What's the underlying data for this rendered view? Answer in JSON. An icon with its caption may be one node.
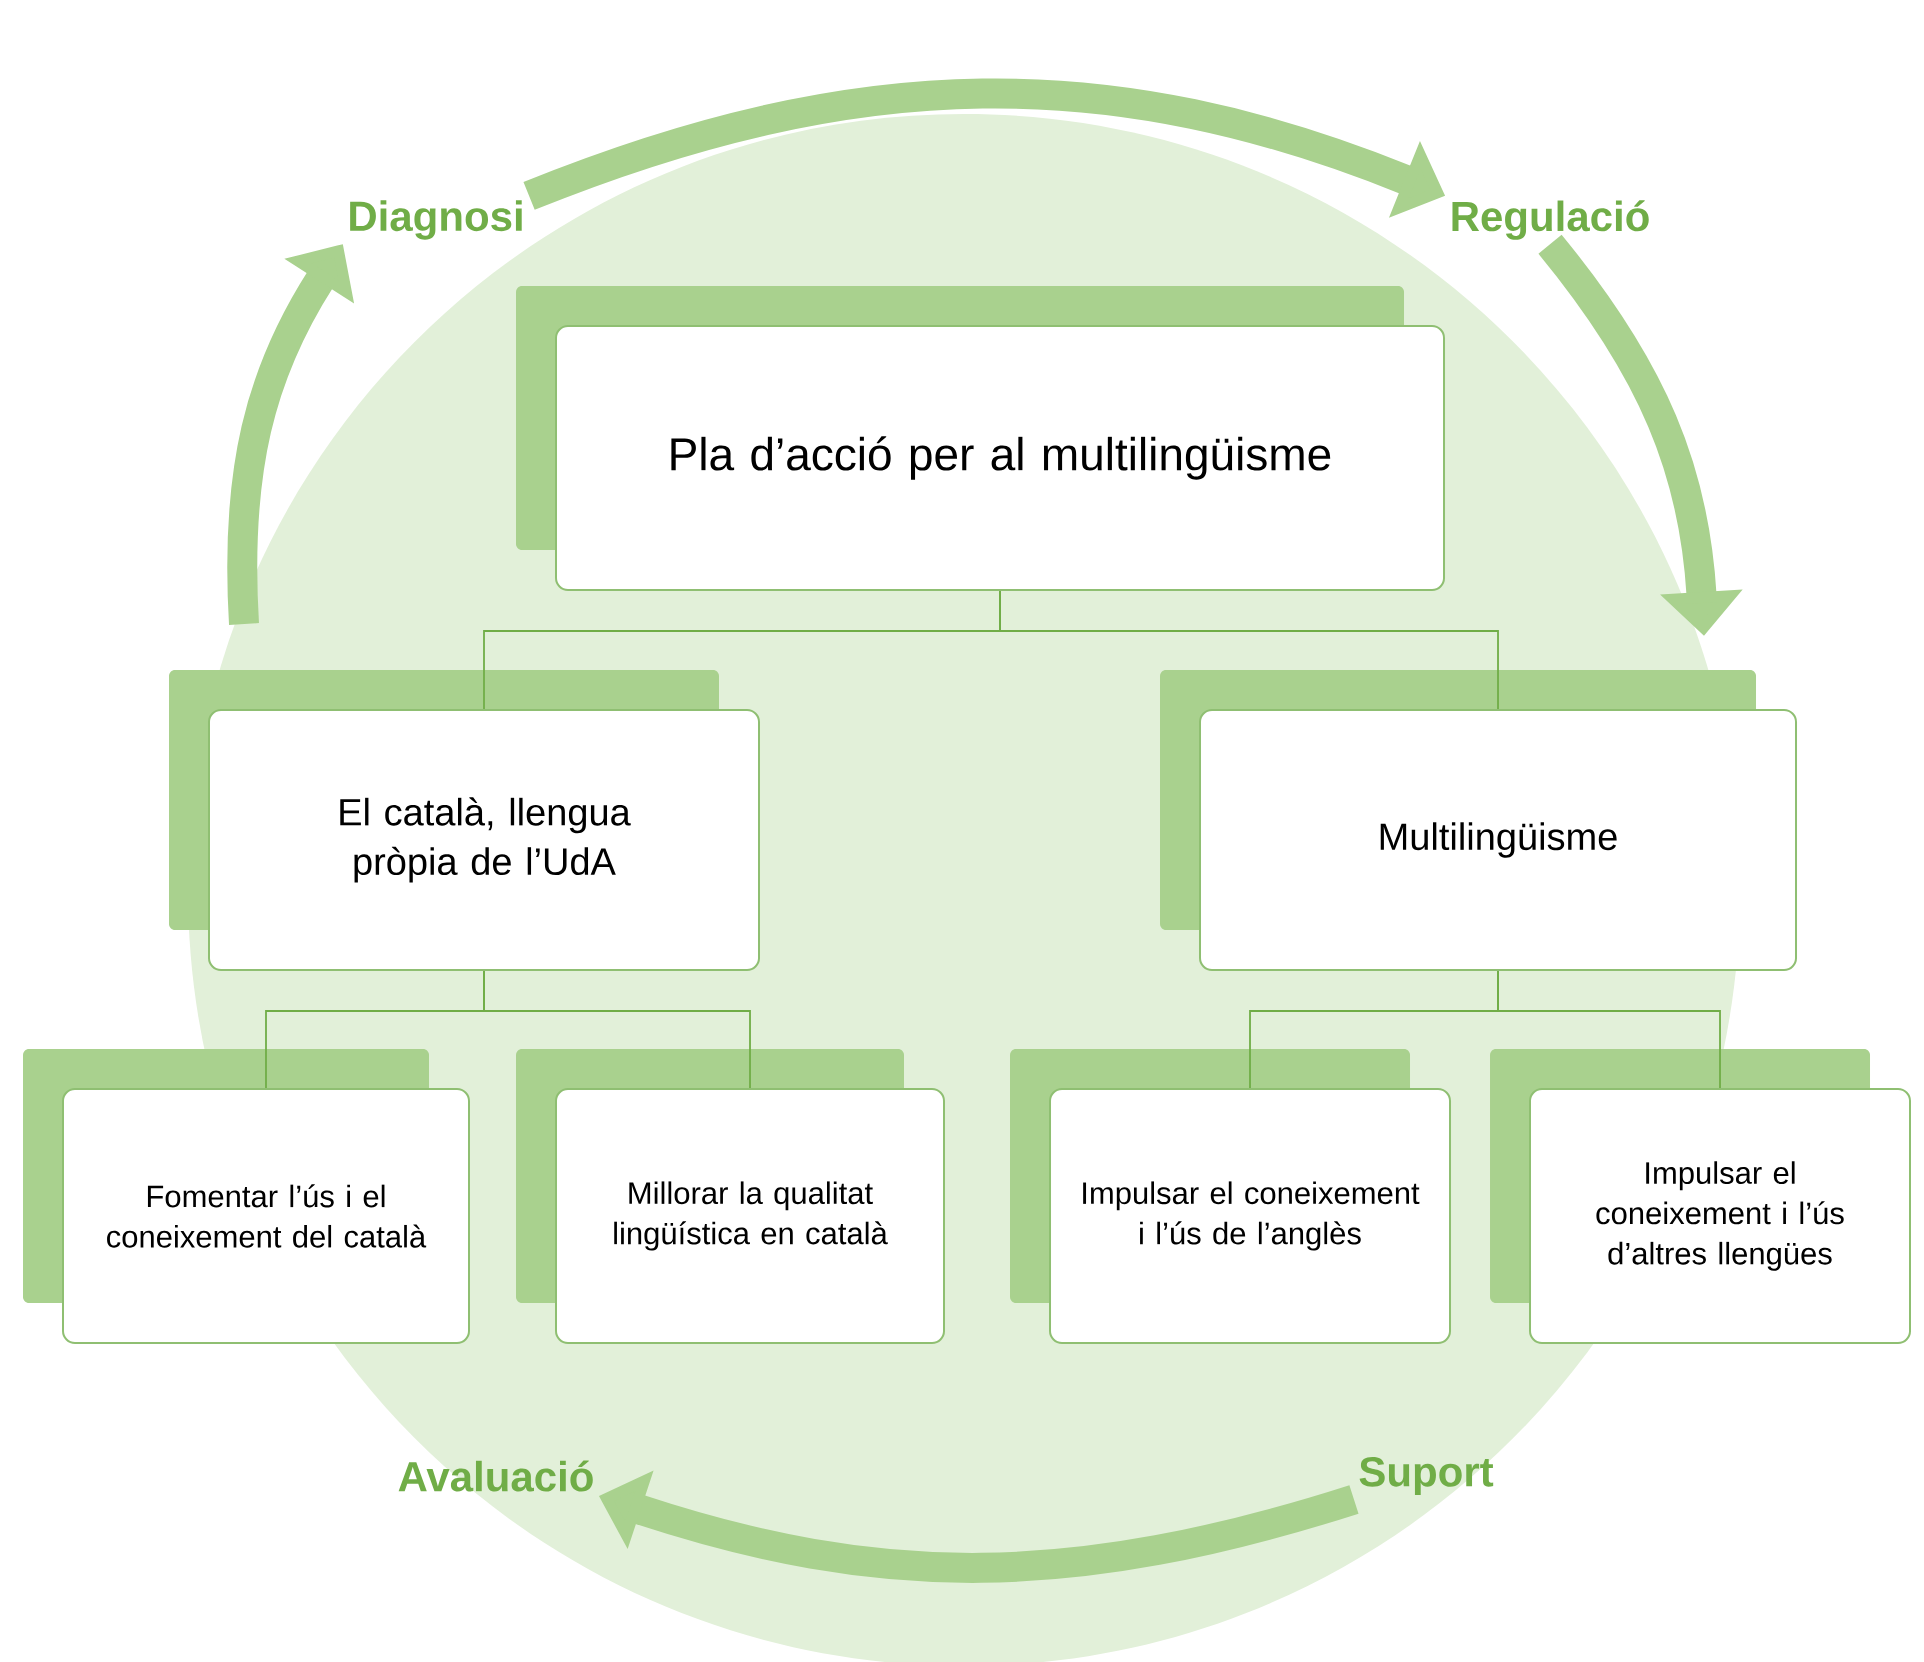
{
  "diagram": {
    "nodes": [
      {
        "text": [
          "Pla d’acció per al multilingüisme"
        ]
      },
      {
        "text": [
          "El català, llengua pròpia de l’UdA"
        ]
      },
      {
        "text": [
          "Multilingüisme"
        ]
      },
      {
        "text": [
          "Fomentar l’ús i el coneixement del català"
        ]
      },
      {
        "text": [
          "Millorar la qualitat lingüística en català"
        ]
      },
      {
        "text": [
          "Impulsar el coneixement i l’ús de l’anglès"
        ]
      },
      {
        "text": [
          "Impulsar el coneixement i l’ús d’altres llengües"
        ]
      },
      {
        "text": [
          "Diagnosi"
        ]
      },
      {
        "text": [
          "Regulació"
        ]
      },
      {
        "text": [
          "Suport"
        ]
      },
      {
        "text": [
          "Avaluació"
        ]
      }
    ],
    "edges": [
      {
        "from": 0,
        "to": 1,
        "arrow": "none"
      },
      {
        "from": 0,
        "to": 2,
        "arrow": "none"
      },
      {
        "from": 1,
        "to": 3,
        "arrow": "none"
      },
      {
        "from": 1,
        "to": 4,
        "arrow": "none"
      },
      {
        "from": 2,
        "to": 5,
        "arrow": "none"
      },
      {
        "from": 2,
        "to": 6,
        "arrow": "none"
      },
      {
        "from": 7,
        "to": 8,
        "arrow": "to",
        "style": "thick",
        "color": "#a9d18e"
      },
      {
        "from": 8,
        "to": null,
        "arrow": "to",
        "style": "thick",
        "color": "#a9d18e"
      },
      {
        "from": 9,
        "to": 10,
        "arrow": "to",
        "style": "thick",
        "color": "#a9d18e"
      },
      {
        "from": null,
        "to": 7,
        "arrow": "to",
        "style": "thick",
        "color": "#a9d18e"
      }
    ]
  }
}
